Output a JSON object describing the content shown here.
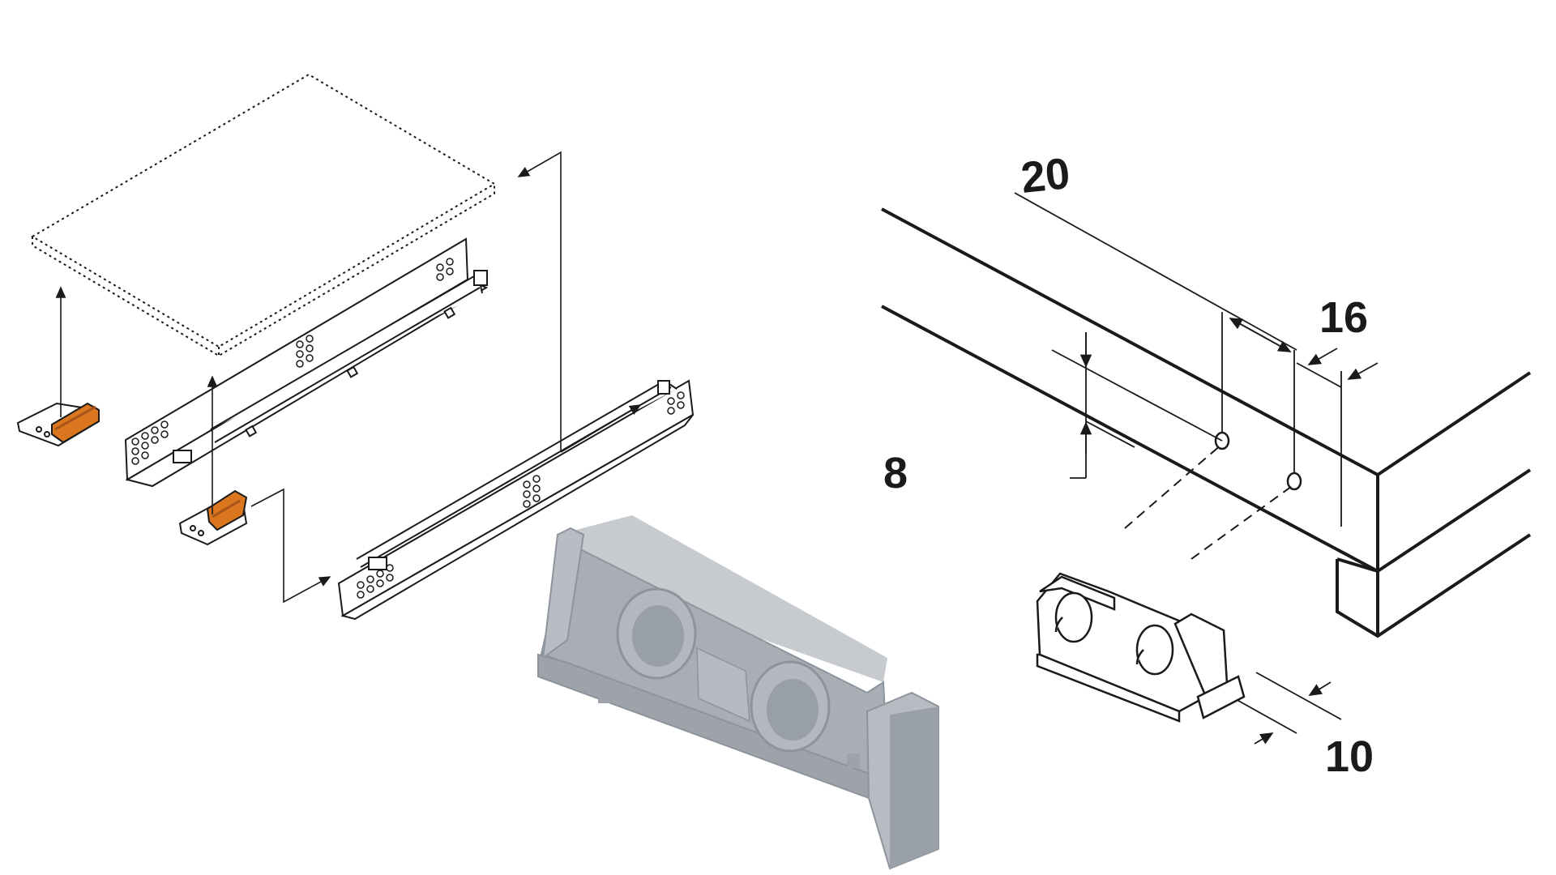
{
  "dimensions": {
    "hole_spacing": "20",
    "edge_offset": "16",
    "height_offset": "8",
    "clip_depth": "10"
  },
  "colors": {
    "line": "#1a1a1a",
    "clip_accent": "#d9761e",
    "clip_accent_dark": "#a8541a",
    "part_grey": "#b1b6bd",
    "part_grey_light": "#c7cbd0",
    "part_grey_dark": "#8e949b"
  }
}
